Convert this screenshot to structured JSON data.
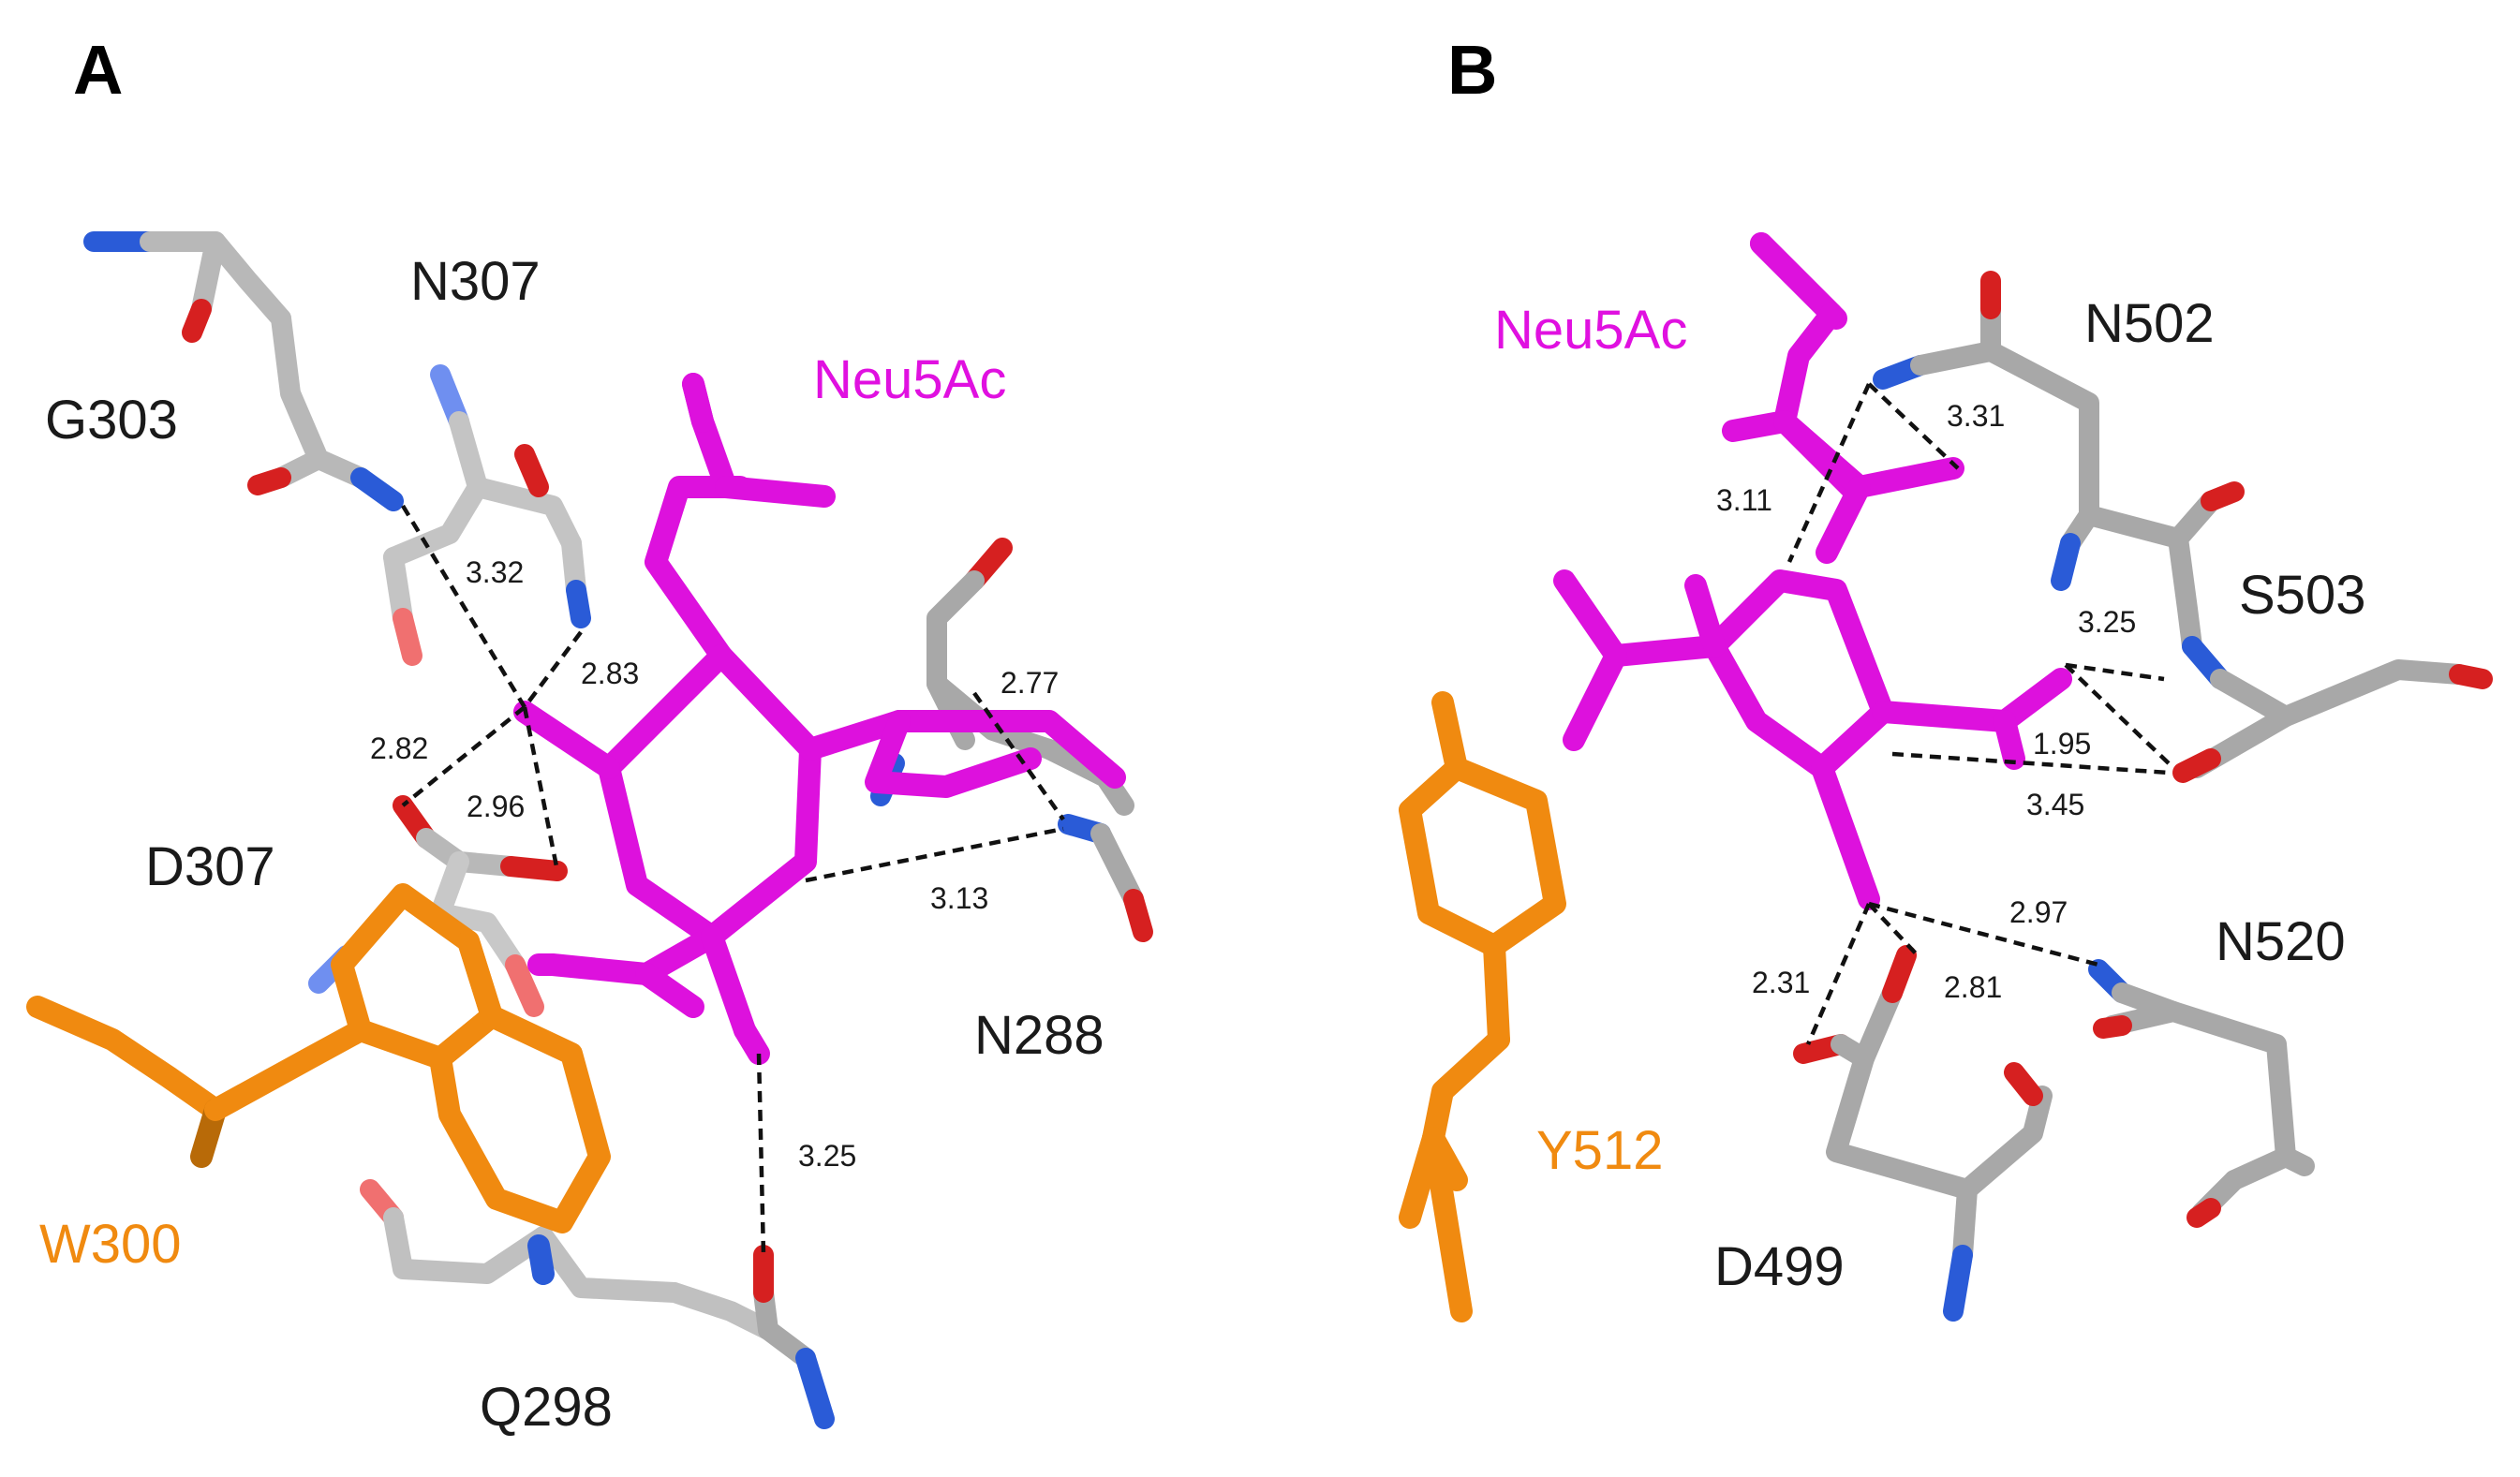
{
  "panels": {
    "a": {
      "label": "A",
      "residues": {
        "n307": "N307",
        "g303": "G303",
        "neu5ac": "Neu5Ac",
        "d307": "D307",
        "n288": "N288",
        "w300": "W300",
        "q298": "Q298"
      },
      "distances": {
        "d1": "3.32",
        "d2": "2.83",
        "d3": "2.77",
        "d4": "2.82",
        "d5": "2.96",
        "d6": "3.13",
        "d7": "3.25"
      }
    },
    "b": {
      "label": "B",
      "residues": {
        "neu5ac": "Neu5Ac",
        "n502": "N502",
        "s503": "S503",
        "y512": "Y512",
        "n520": "N520",
        "d499": "D499"
      },
      "distances": {
        "d1": "3.31",
        "d2": "3.11",
        "d3": "3.25",
        "d4": "1.95",
        "d5": "3.45",
        "d6": "2.97",
        "d7": "2.31",
        "d8": "2.81"
      }
    }
  },
  "colors": {
    "ligand": "#dd11dd",
    "aromatic": "#f08a10",
    "carbon": "#a8a8a8",
    "oxygen": "#e01010",
    "nitrogen": "#2255ee",
    "label_ligand": "#e010e0",
    "label_aromatic": "#f08a10"
  }
}
